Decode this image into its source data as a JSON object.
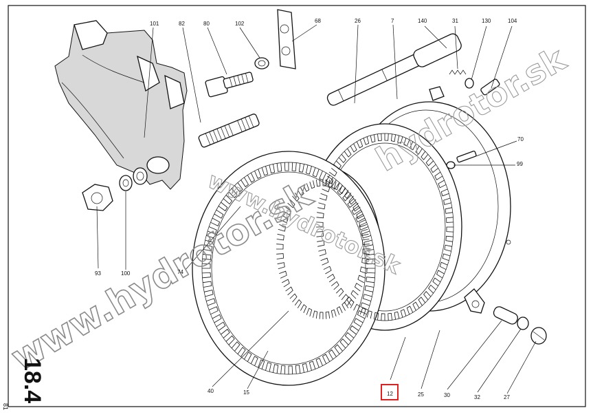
{
  "figure_number": "18.4",
  "page_number": "81",
  "watermark": {
    "main": "www.hydrotor.sk",
    "secondary": "www.hydrotor.sk",
    "tertiary": "hydrotor.sk"
  },
  "highlighted_callout": "12",
  "callouts": [
    {
      "id": "c101",
      "label": "101"
    },
    {
      "id": "c82",
      "label": "82"
    },
    {
      "id": "c80",
      "label": "80"
    },
    {
      "id": "c102",
      "label": "102"
    },
    {
      "id": "c68",
      "label": "68"
    },
    {
      "id": "c26",
      "label": "26"
    },
    {
      "id": "c7",
      "label": "7"
    },
    {
      "id": "c140",
      "label": "140"
    },
    {
      "id": "c31",
      "label": "31"
    },
    {
      "id": "c130",
      "label": "130"
    },
    {
      "id": "c104",
      "label": "104"
    },
    {
      "id": "c70",
      "label": "70"
    },
    {
      "id": "c99",
      "label": "99"
    },
    {
      "id": "c74",
      "label": "74"
    },
    {
      "id": "c93",
      "label": "93"
    },
    {
      "id": "c100",
      "label": "100"
    },
    {
      "id": "c40",
      "label": "40"
    },
    {
      "id": "c15",
      "label": "15"
    },
    {
      "id": "c12",
      "label": "12"
    },
    {
      "id": "c25",
      "label": "25"
    },
    {
      "id": "c30",
      "label": "30"
    },
    {
      "id": "c32",
      "label": "32"
    },
    {
      "id": "c27",
      "label": "27"
    }
  ],
  "colors": {
    "ink": "#111111",
    "watermark": "#8a8a8a",
    "highlight": "#e02020",
    "paper": "#ffffff"
  }
}
